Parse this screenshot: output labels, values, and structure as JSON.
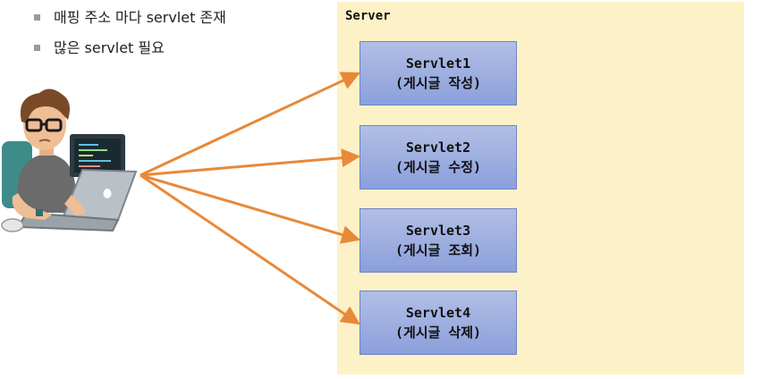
{
  "bullets": [
    "매핑 주소 마다 servlet 존재",
    "많은 servlet 필요"
  ],
  "server": {
    "label": "Server",
    "background": "#fdf1c7"
  },
  "servlets": [
    {
      "name": "Servlet1",
      "desc": "(게시글 작성)"
    },
    {
      "name": "Servlet2",
      "desc": "(게시글 수정)"
    },
    {
      "name": "Servlet3",
      "desc": "(게시글 조회)"
    },
    {
      "name": "Servlet4",
      "desc": "(게시글 삭제)"
    }
  ],
  "colors": {
    "arrow": "#e8893a",
    "servlet_fill": "#8b9fdb",
    "bullet": "#9a9a9a"
  },
  "icons": {
    "client": "developer-with-laptop-icon"
  }
}
